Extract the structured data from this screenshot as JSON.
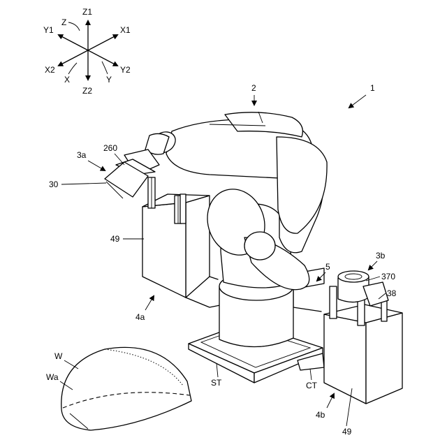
{
  "axes": {
    "z1": "Z1",
    "z": "Z",
    "y1": "Y1",
    "x1": "X1",
    "x2": "X2",
    "x": "X",
    "y": "Y",
    "y2": "Y2",
    "z2": "Z2"
  },
  "labels": {
    "system": "1",
    "robot": "2",
    "tool_a": "3a",
    "tool_a_part": "260",
    "tool_a_head": "30",
    "station_a_box": "49",
    "station_a": "4a",
    "station_support": "5",
    "tool_b": "3b",
    "tool_b_part": "370",
    "tool_b_bracket": "38",
    "station_b_box": "49",
    "station_b": "4b",
    "table_st": "ST",
    "table_ct": "CT",
    "workpiece": "W",
    "workpiece_region": "Wa"
  }
}
